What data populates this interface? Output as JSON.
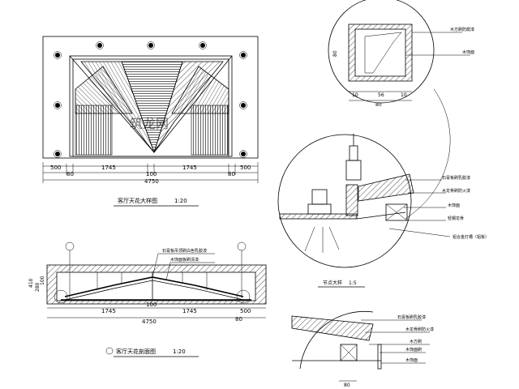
{
  "elevation": {
    "dims_top_row": [
      "500",
      "80",
      "1745",
      "100",
      "1745",
      "80",
      "500"
    ],
    "dim_total": "4750",
    "title": "客厅天花大样图",
    "scale": "1:20",
    "watermark": "筑龙网"
  },
  "section": {
    "dims_row": [
      "1745",
      "100",
      "1745",
      "500"
    ],
    "dim_total": "4750",
    "dim_bottom_right": "80",
    "side_dims": [
      "410",
      "280",
      "100"
    ],
    "callouts": [
      "石膏板吊顶刷白色乳胶漆",
      "木饰面板刷清漆"
    ],
    "title": "客厅天花剖面图",
    "scale": "1:20"
  },
  "detail_square": {
    "dims_bottom": [
      "10",
      "56",
      "10"
    ],
    "dim_total": "80",
    "dim_side": "80",
    "callouts": [
      "木方刷防腐漆",
      "木饰面"
    ]
  },
  "detail_circle": {
    "callouts": [
      "石膏板刷乳胶漆",
      "木龙骨刷防火漆",
      "木饰面",
      "轻钢龙骨",
      "铝合金灯槽（铝板）"
    ],
    "title": "节点大样",
    "scale": "1:5"
  },
  "detail_bottom": {
    "callouts": [
      "石膏板刷乳胶漆",
      "木龙骨刷防火漆",
      "木方刷",
      "木饰面刷",
      "木饰面"
    ],
    "dim_bottom": "80"
  }
}
